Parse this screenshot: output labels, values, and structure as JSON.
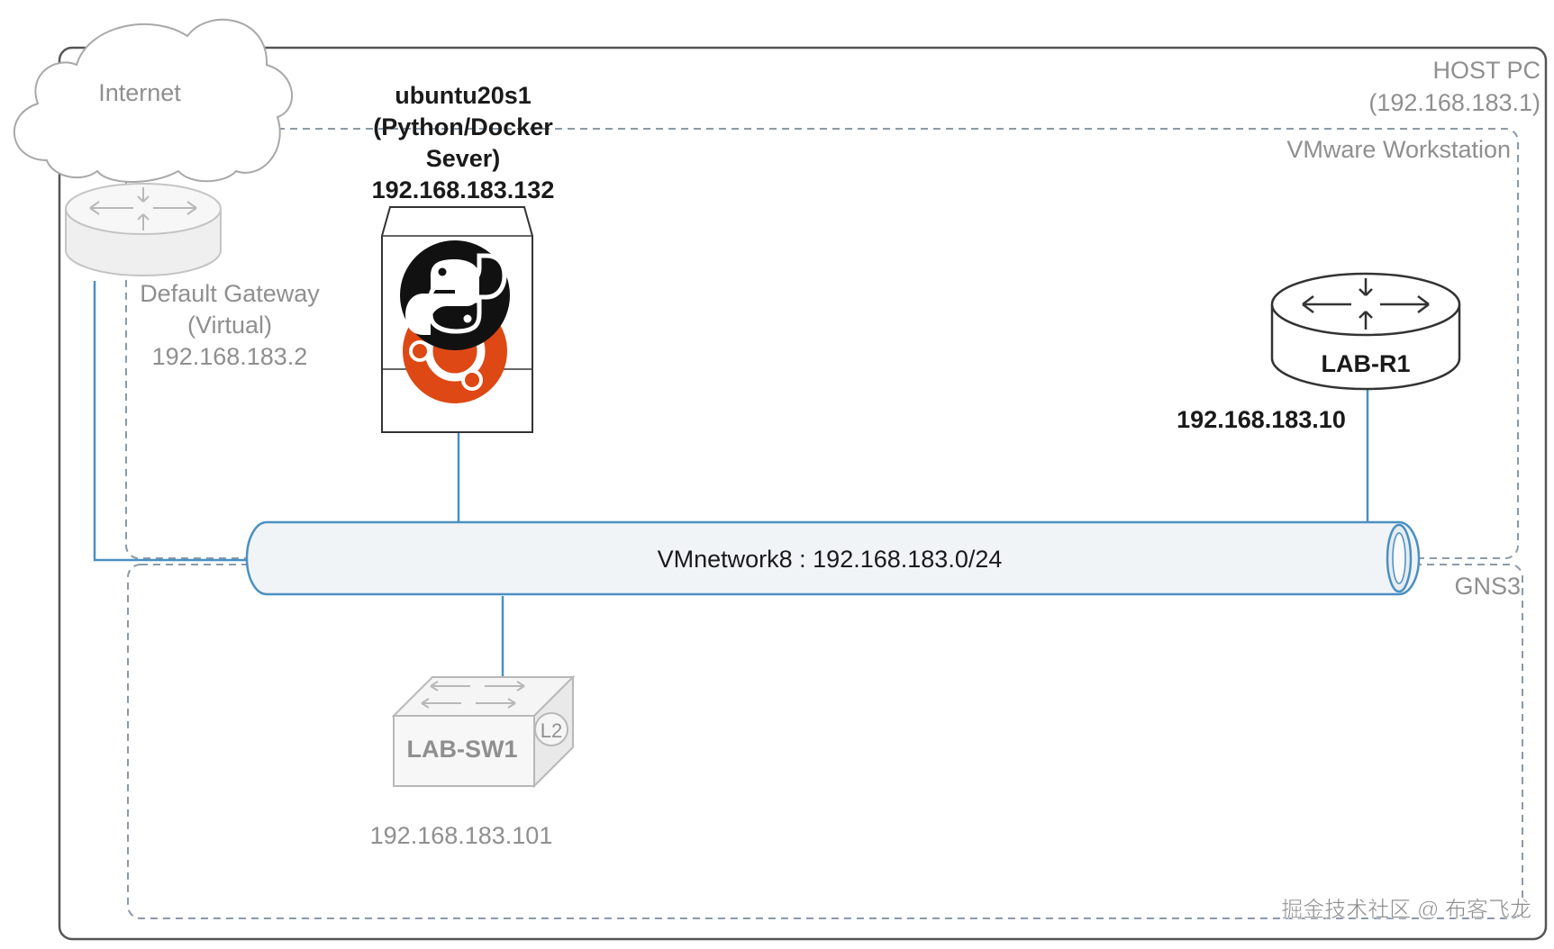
{
  "internet": {
    "label": "Internet"
  },
  "host_pc": {
    "label": "HOST PC",
    "ip": "(192.168.183.1)"
  },
  "vmware": {
    "label": "VMware Workstation"
  },
  "gns3": {
    "label": "GNS3"
  },
  "gateway": {
    "line1": "Default Gateway",
    "line2": "(Virtual)",
    "ip": "192.168.183.2"
  },
  "server": {
    "line1": "ubuntu20s1",
    "line2": "(Python/Docker",
    "line3": "Sever)",
    "ip": "192.168.183.132"
  },
  "router": {
    "name": "LAB-R1",
    "ip": "192.168.183.10"
  },
  "network": {
    "label": "VMnetwork8 : 192.168.183.0/24"
  },
  "switch": {
    "name": "LAB-SW1",
    "badge": "L2",
    "ip": "192.168.183.101"
  },
  "watermark": {
    "text": "掘金技术社区 @ 布客飞龙"
  },
  "colors": {
    "link": "#4a90c2",
    "frame": "#555555",
    "dashed": "#8a9aa8",
    "ubuntu": "#dd4814",
    "python_bg": "#111111"
  }
}
